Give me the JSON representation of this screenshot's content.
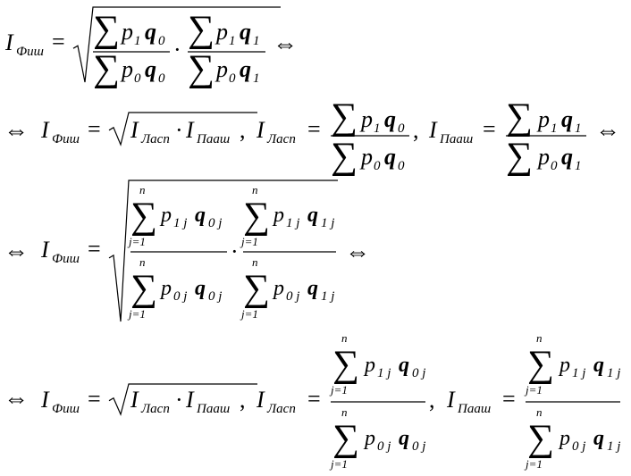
{
  "symbols": {
    "I": "I",
    "p": "p",
    "q": "q",
    "sum": "∑",
    "n": "n",
    "j_eq_1": "j=1",
    "equiv": "⇔",
    "eq": "=",
    "dot": "·",
    "comma": ",",
    "sub0": "0",
    "sub1": "1",
    "sub0j": "0 j",
    "sub1j": "1 j"
  },
  "subscripts": {
    "fisher": "Фиш",
    "laspeyres": "Ласп",
    "paasche": "Пааш"
  }
}
